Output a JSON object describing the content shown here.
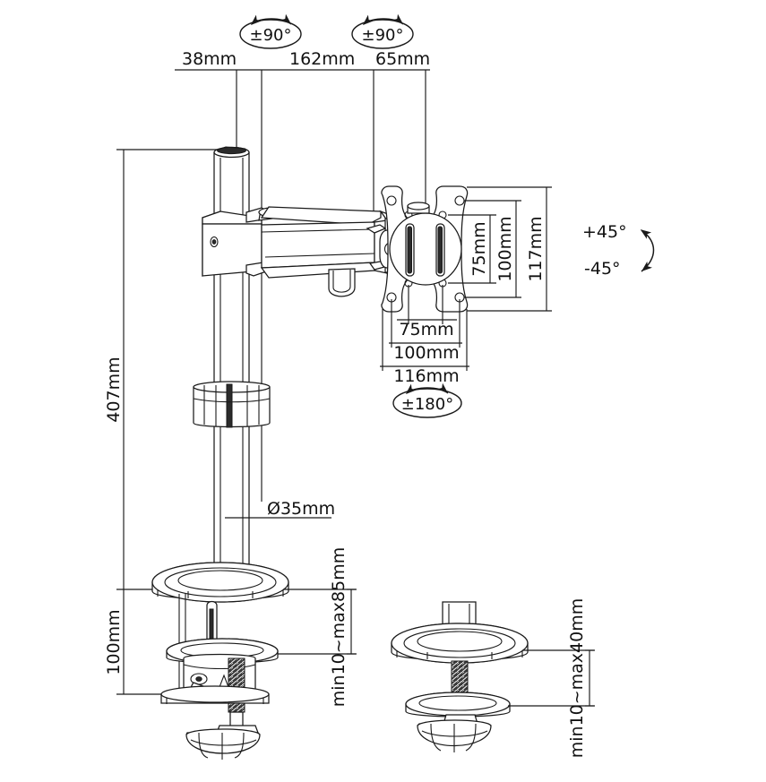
{
  "drawing": {
    "title": "Monitor Desk Mount Dimensional Drawing",
    "units": "mm",
    "line_color": "#1a1a1a",
    "background": "#ffffff"
  },
  "top_dimensions": [
    {
      "id": "d-38",
      "label": "38mm"
    },
    {
      "id": "d-162",
      "label": "162mm"
    },
    {
      "id": "d-65",
      "label": "65mm"
    }
  ],
  "rotation_badges": [
    {
      "id": "badge-tilt-pole",
      "label": "±90°"
    },
    {
      "id": "badge-tilt-head",
      "label": "±90°"
    },
    {
      "id": "badge-rotate-head",
      "label": "±180°"
    }
  ],
  "angle_labels": [
    {
      "id": "ang-plus",
      "label": "+45°"
    },
    {
      "id": "ang-minus",
      "label": "-45°"
    }
  ],
  "vesa_dimensions": {
    "vertical": [
      {
        "id": "v-75",
        "label": "75mm"
      },
      {
        "id": "v-100",
        "label": "100mm"
      },
      {
        "id": "v-117",
        "label": "117mm"
      }
    ],
    "horizontal": [
      {
        "id": "h-75",
        "label": "75mm"
      },
      {
        "id": "h-100",
        "label": "100mm"
      },
      {
        "id": "h-116",
        "label": "116mm"
      }
    ]
  },
  "left_dimensions": [
    {
      "id": "l-407",
      "label": "407mm"
    },
    {
      "id": "l-100",
      "label": "100mm"
    }
  ],
  "pole": {
    "diameter_label": "Ø35mm"
  },
  "clamp_dimensions": [
    {
      "id": "c-desk-clamp",
      "label": "min10~max85mm"
    },
    {
      "id": "c-grommet",
      "label": "min10~max40mm"
    }
  ]
}
